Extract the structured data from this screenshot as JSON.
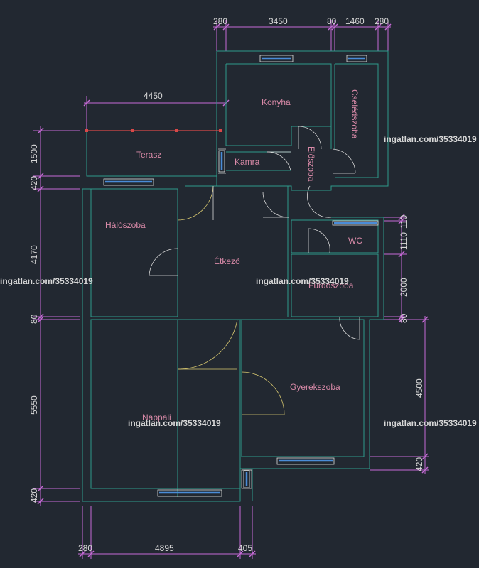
{
  "rooms": {
    "konyha": "Konyha",
    "cseledszoba": "Cselédszoba",
    "terasz": "Terasz",
    "kamra": "Kamra",
    "eloszoba": "Előszoba",
    "haloszoba": "Hálószoba",
    "etkezo": "Étkező",
    "wc": "WC",
    "furdoszoba": "Fürdőszoba",
    "gyerekszoba": "Gyerekszoba",
    "nappali": "Nappali"
  },
  "dimensions": {
    "top_280_a": "280",
    "top_3450": "3450",
    "top_80": "80",
    "top_1460": "1460",
    "top_280_b": "280",
    "terrace_4450": "4450",
    "left_1500": "1500",
    "left_420_a": "420",
    "left_4170": "4170",
    "left_80": "80",
    "left_5550": "5550",
    "left_420_b": "420",
    "right_110": "110",
    "right_1110": "1110",
    "right_2000": "2000",
    "right_80": "80",
    "right_4500": "4500",
    "right_420": "420",
    "bottom_280": "280",
    "bottom_4895": "4895",
    "bottom_405": "405"
  },
  "watermark": "ingatlan.com/35334019"
}
